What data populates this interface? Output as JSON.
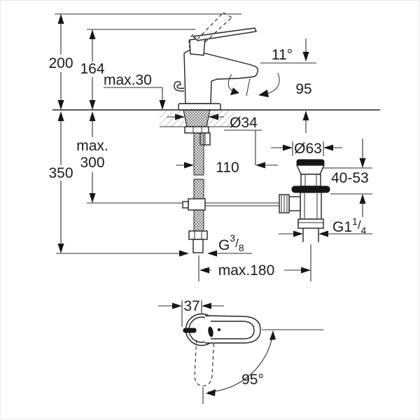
{
  "diagram": {
    "background": "#ffffff",
    "line_color": "#2e2e2e",
    "labels": {
      "total_height": "200",
      "body_height": "164",
      "max_deck_thickness": "max.30",
      "spout_angle": "11°",
      "spout_height": "95",
      "hole_diameter": "Ø34",
      "below_deck_depth": "350",
      "rod_length_line1": "max.",
      "rod_length_line2": "300",
      "spout_projection": "110",
      "waste_flange_diameter": "Ø63",
      "basin_thickness_range": "40-53",
      "waste_thread": {
        "prefix": "G1",
        "sup": "1",
        "slash": "/",
        "sub": "4"
      },
      "supply_thread": {
        "prefix": "G",
        "sup": "3",
        "slash": "/",
        "sub": "8"
      },
      "max_center_distance": "max.180",
      "handle_offset": "37",
      "handle_swivel_angle": "95°"
    }
  }
}
